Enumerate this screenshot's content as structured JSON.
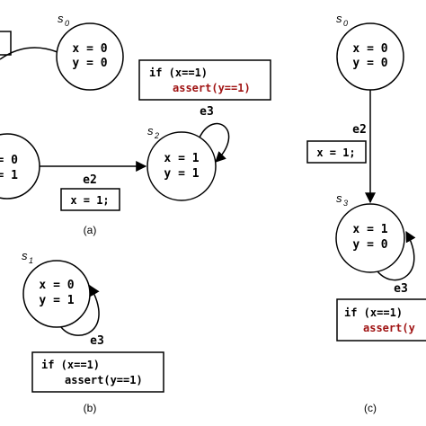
{
  "states": {
    "s0": {
      "name": "s",
      "sub": "0",
      "line1": "x = 0",
      "line2": "y = 0"
    },
    "s_left": {
      "line1": "= 0",
      "line2": "= 1"
    },
    "s1": {
      "name": "s",
      "sub": "1",
      "line1": "x = 0",
      "line2": "y = 1"
    },
    "s2": {
      "name": "s",
      "sub": "2",
      "line1": "x = 1",
      "line2": "y = 1"
    },
    "c_s0": {
      "name": "s",
      "sub": "0",
      "line1": "x = 0",
      "line2": "y = 0"
    },
    "c_s3": {
      "name": "s",
      "sub": "3",
      "line1": "x = 1",
      "line2": "y = 0"
    }
  },
  "edges": {
    "e2_a": "e2",
    "e3_s2": "e3",
    "e3_s1": "e3",
    "e2_c": "e2",
    "e3_s3": "e3"
  },
  "boxes": {
    "a_x1": "x = 1;",
    "a_if": "if (x==1)",
    "a_assert": "assert(y==1)",
    "b_if": "if (x==1)",
    "b_assert": "assert(y==1)",
    "c_x1": "x = 1;",
    "c_if": "if (x==1)",
    "c_assert": "assert(y"
  },
  "captions": {
    "a": "(a)",
    "b": "(b)",
    "c": "(c)"
  },
  "colors": {
    "assert_red": "#a01414",
    "stroke": "#000000"
  }
}
